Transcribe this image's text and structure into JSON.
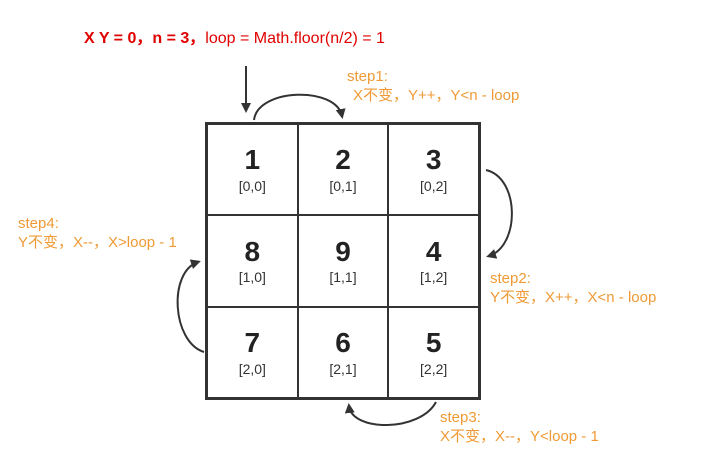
{
  "header": {
    "bold_text": "X Y = 0，n = 3，",
    "normal_text": "loop = Math.floor(n/2) = 1"
  },
  "grid": {
    "cells": [
      {
        "num": "1",
        "coord": "[0,0]"
      },
      {
        "num": "2",
        "coord": "[0,1]"
      },
      {
        "num": "3",
        "coord": "[0,2]"
      },
      {
        "num": "8",
        "coord": "[1,0]"
      },
      {
        "num": "9",
        "coord": "[1,1]"
      },
      {
        "num": "4",
        "coord": "[1,2]"
      },
      {
        "num": "7",
        "coord": "[2,0]"
      },
      {
        "num": "6",
        "coord": "[2,1]"
      },
      {
        "num": "5",
        "coord": "[2,2]"
      }
    ]
  },
  "steps": {
    "step1": {
      "title": "step1:",
      "desc": "X不变，Y++，Y<n - loop"
    },
    "step2": {
      "title": "step2:",
      "desc": "Y不变，X++，X<n - loop"
    },
    "step3": {
      "title": "step3:",
      "desc": "X不变，X--，Y<loop - 1"
    },
    "step4": {
      "title": "step4:",
      "desc": "Y不变，X--，X>loop - 1"
    }
  },
  "colors": {
    "header": "#e00000",
    "step_text": "#ef9a35",
    "lines": "#333333"
  }
}
